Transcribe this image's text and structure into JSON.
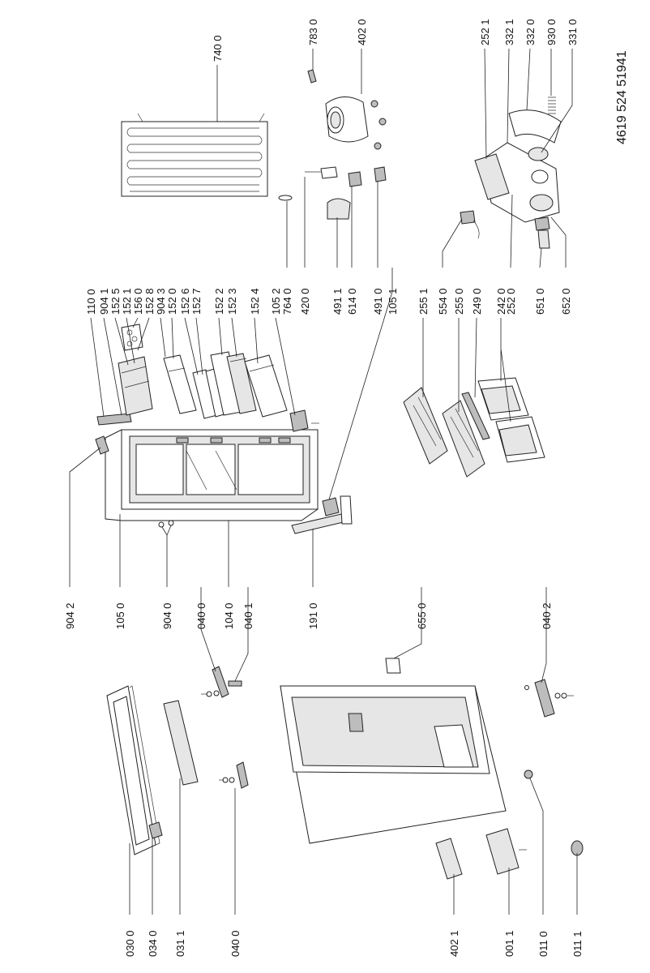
{
  "document_code": "4619 524 51941",
  "labels": {
    "l030_0": "030 0",
    "l034_0": "034 0",
    "l031_1": "031 1",
    "l040_0b": "040 0",
    "l402_1": "402 1",
    "l001_1": "001 1",
    "l011_0": "011 0",
    "l011_1": "011 1",
    "l904_2": "904 2",
    "l105_0": "105 0",
    "l904_0": "904 0",
    "l040_0a": "040 0",
    "l104_0": "104 0",
    "l040_1": "040 1",
    "l191_0": "191 0",
    "l655_0": "655 0",
    "l040_2": "040 2",
    "l110_0": "110 0",
    "l904_1": "904 1",
    "l152_5": "152 5",
    "l152_1": "152 1",
    "l156_0": "156 0",
    "l152_8": "152 8",
    "l904_3": "904 3",
    "l152_0": "152 0",
    "l152_6": "152 6",
    "l152_7": "152 7",
    "l152_2": "152 2",
    "l152_3": "152 3",
    "l152_4": "152 4",
    "l105_2": "105 2",
    "l764_0": "764 0",
    "l420_0": "420 0",
    "l491_1": "491 1",
    "l614_0": "614 0",
    "l491_0": "491 0",
    "l105_1": "105 1",
    "l255_1": "255 1",
    "l554_0": "554 0",
    "l255_0": "255 0",
    "l249_0": "249 0",
    "l242_0": "242 0",
    "l252_0": "252 0",
    "l651_0": "651 0",
    "l652_0": "652 0",
    "l740_0": "740 0",
    "l783_0": "783 0",
    "l402_0": "402 0",
    "l252_1": "252 1",
    "l332_1": "332 1",
    "l332_0": "332 0",
    "l930_0": "930 0",
    "l331_0": "331 0"
  }
}
